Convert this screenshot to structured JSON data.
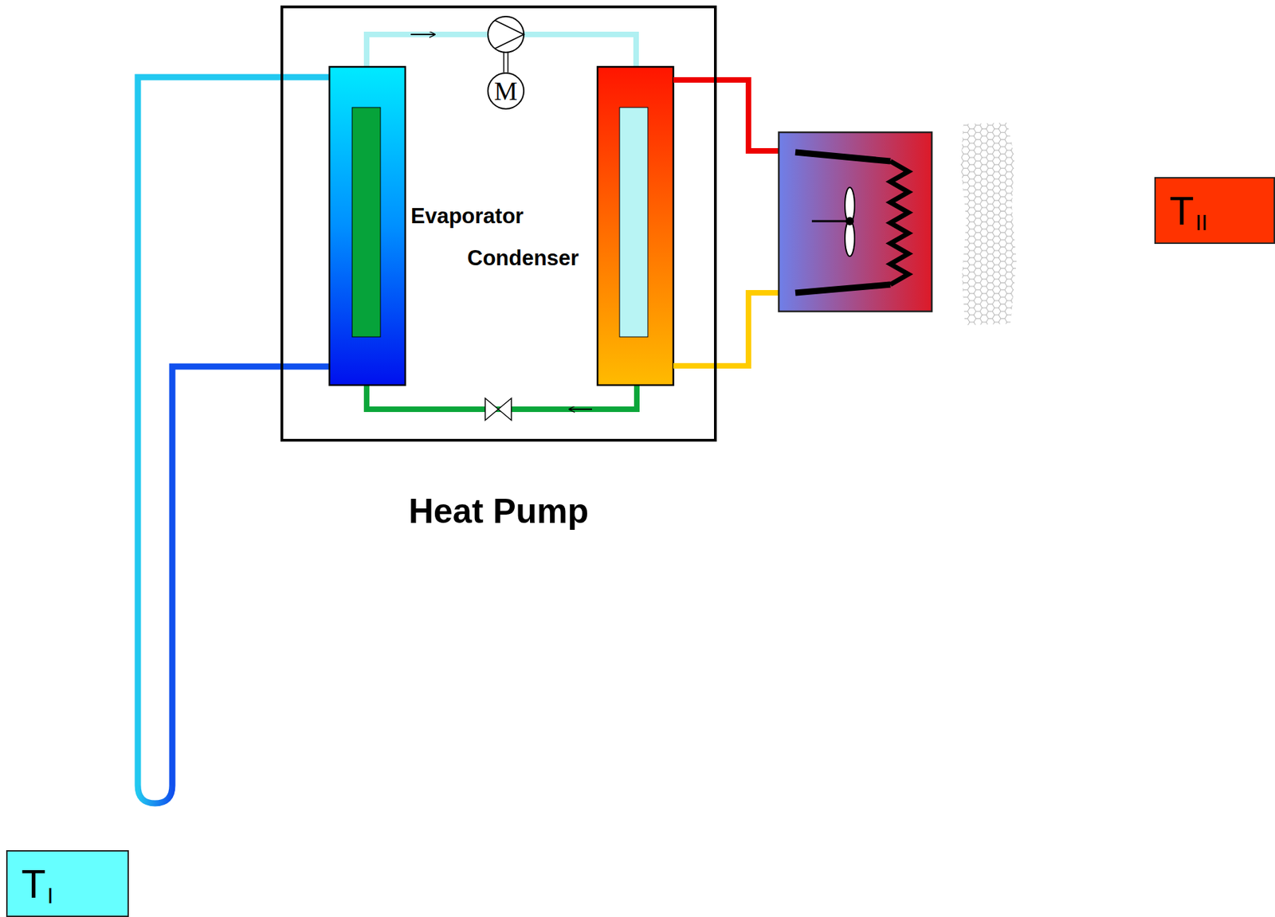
{
  "diagram": {
    "nodes": [
      {
        "text": [
          "Heat Pump"
        ]
      },
      {
        "text": [
          "M"
        ],
        "in": 0
      },
      {
        "text": [
          "T",
          "II"
        ]
      },
      {
        "text": [
          "T",
          "I"
        ]
      }
    ],
    "labels": [
      "Evaporator",
      "Condenser"
    ]
  }
}
